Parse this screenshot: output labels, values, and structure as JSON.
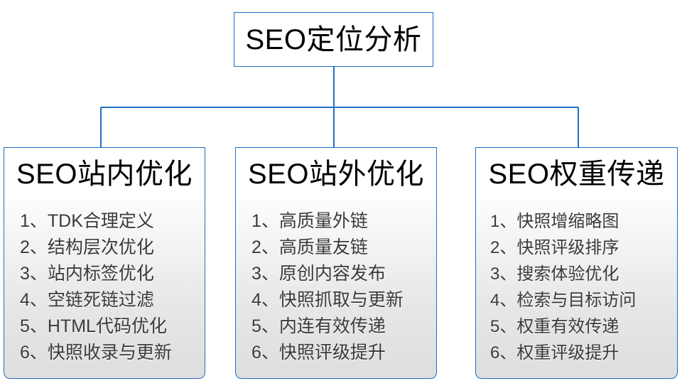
{
  "diagram": {
    "type": "organization-tree",
    "root": {
      "label": "SEO定位分析"
    },
    "accent_color": "#1f6fc4",
    "body_text_color": "#3a3a3a",
    "branches": [
      {
        "header": "SEO站内优化",
        "items": [
          "1、TDK合理定义",
          "2、结构层次优化",
          "3、站内标签优化",
          "4、空链死链过滤",
          "5、HTML代码优化",
          "6、快照收录与更新"
        ]
      },
      {
        "header": "SEO站外优化",
        "items": [
          "1、高质量外链",
          "2、高质量友链",
          "3、原创内容发布",
          "4、快照抓取与更新",
          "5、内连有效传递",
          "6、快照评级提升"
        ]
      },
      {
        "header": "SEO权重传递",
        "items": [
          "1、快照增缩略图",
          "2、快照评级排序",
          "3、搜索体验优化",
          "4、检索与目标访问",
          "5、权重有效传递",
          "6、权重评级提升"
        ]
      }
    ]
  }
}
